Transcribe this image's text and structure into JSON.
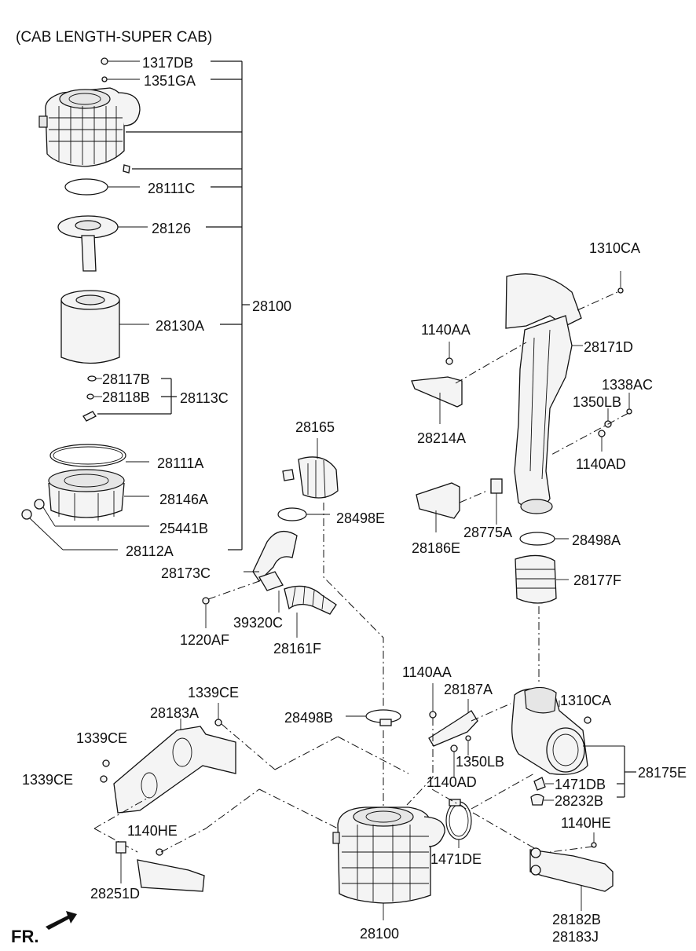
{
  "header": {
    "title": "(CAB LENGTH-SUPER CAB)"
  },
  "fr_label": "FR.",
  "labels": {
    "p1317DB": "1317DB",
    "p1351GA": "1351GA",
    "p28111C": "28111C",
    "p28126": "28126",
    "p28100_top": "28100",
    "p28130A": "28130A",
    "p28117B": "28117B",
    "p28118B": "28118B",
    "p28113C": "28113C",
    "p28111A": "28111A",
    "p28146A": "28146A",
    "p25441B": "25441B",
    "p28112A": "28112A",
    "p28165": "28165",
    "p28498E": "28498E",
    "p28173C": "28173C",
    "p1220AF": "1220AF",
    "p39320C": "39320C",
    "p28161F": "28161F",
    "p1310CA_top": "1310CA",
    "p1140AA_top": "1140AA",
    "p28171D": "28171D",
    "p1338AC": "1338AC",
    "p1350LB_top": "1350LB",
    "p28214A": "28214A",
    "p1140AD_top": "1140AD",
    "p28775A": "28775A",
    "p28186E": "28186E",
    "p28498A": "28498A",
    "p28177F": "28177F",
    "p1339CE_a": "1339CE",
    "p28183A": "28183A",
    "p1339CE_b": "1339CE",
    "p1339CE_c": "1339CE",
    "p1140HE_left": "1140HE",
    "p28251D": "28251D",
    "p28498B": "28498B",
    "p1140AA_bottom": "1140AA",
    "p28187A": "28187A",
    "p1310CA_bottom": "1310CA",
    "p1350LB_bottom": "1350LB",
    "p1140AD_bottom": "1140AD",
    "p28175E": "28175E",
    "p1471DB": "1471DB",
    "p28232B": "28232B",
    "p1471DE": "1471DE",
    "p1140HE_right": "1140HE",
    "p28100_bottom": "28100",
    "p28182B": "28182B",
    "p28183J": "28183J"
  }
}
